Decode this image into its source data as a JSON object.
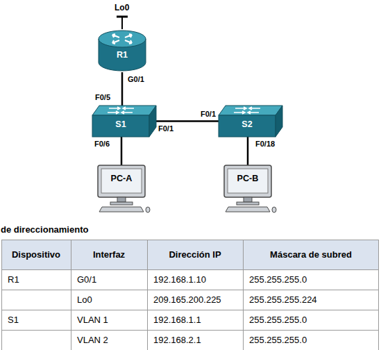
{
  "diagram": {
    "title": "de direccionamiento",
    "nodes": [
      {
        "text": [
          "R1"
        ]
      },
      {
        "text": [
          "S1"
        ]
      },
      {
        "text": [
          "S2"
        ]
      },
      {
        "text": [
          "PC-A"
        ]
      },
      {
        "text": [
          "PC-B"
        ]
      }
    ],
    "edges": [
      {
        "from": 0,
        "to": 1,
        "arrow": "none"
      },
      {
        "from": 1,
        "to": 2,
        "arrow": "none"
      },
      {
        "from": 1,
        "to": 3,
        "arrow": "none"
      },
      {
        "from": 2,
        "to": 4,
        "arrow": "none"
      }
    ],
    "labels": [
      "Lo0",
      "G0/1",
      "F0/5",
      "F0/1",
      "F0/1",
      "F0/6",
      "F0/18",
      "Dispositivo",
      "Interfaz",
      "Dirección IP",
      "Máscara de subred",
      "R1",
      "G0/1",
      "192.168.1.10",
      "255.255.255.0",
      "Lo0",
      "209.165.200.225",
      "255.255.255.224",
      "S1",
      "VLAN 1",
      "192.168.1.1",
      "255.255.255.0",
      "VLAN 2",
      "192.168.2.1",
      "255.255.255.0"
    ]
  }
}
